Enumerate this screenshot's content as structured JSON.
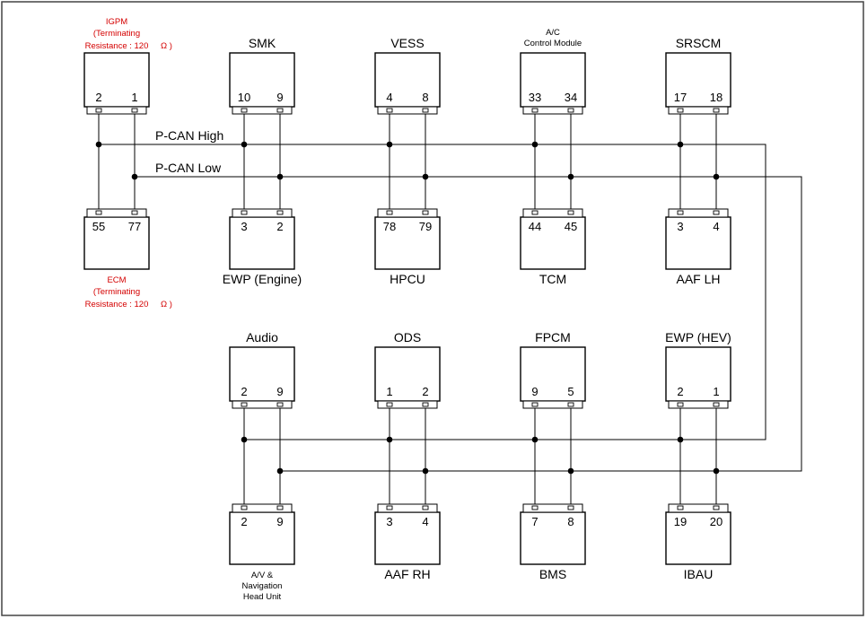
{
  "bus": {
    "high_label": "P-CAN High",
    "low_label": "P-CAN Low"
  },
  "term_note": {
    "line1": "(Terminating",
    "line2": "Resistance : 120",
    "ohm": "Ω )"
  },
  "modules": [
    {
      "id": "igpm",
      "name": [
        "IGPM"
      ],
      "pins": [
        "2",
        "1"
      ],
      "label_style": "red"
    },
    {
      "id": "smk",
      "name": [
        "SMK"
      ],
      "pins": [
        "10",
        "9"
      ]
    },
    {
      "id": "vess",
      "name": [
        "VESS"
      ],
      "pins": [
        "4",
        "8"
      ]
    },
    {
      "id": "ac-control-module",
      "name": [
        "A/C",
        "Control Module"
      ],
      "pins": [
        "33",
        "34"
      ],
      "label_style": "small"
    },
    {
      "id": "srscm",
      "name": [
        "SRSCM"
      ],
      "pins": [
        "17",
        "18"
      ]
    },
    {
      "id": "ecm",
      "name": [
        "ECM"
      ],
      "pins": [
        "55",
        "77"
      ],
      "label_style": "red"
    },
    {
      "id": "ewp-engine",
      "name": [
        "EWP (Engine)"
      ],
      "pins": [
        "3",
        "2"
      ]
    },
    {
      "id": "hpcu",
      "name": [
        "HPCU"
      ],
      "pins": [
        "78",
        "79"
      ]
    },
    {
      "id": "tcm",
      "name": [
        "TCM"
      ],
      "pins": [
        "44",
        "45"
      ]
    },
    {
      "id": "aaf-lh",
      "name": [
        "AAF LH"
      ],
      "pins": [
        "3",
        "4"
      ]
    },
    {
      "id": "audio",
      "name": [
        "Audio"
      ],
      "pins": [
        "2",
        "9"
      ]
    },
    {
      "id": "ods",
      "name": [
        "ODS"
      ],
      "pins": [
        "1",
        "2"
      ]
    },
    {
      "id": "fpcm",
      "name": [
        "FPCM"
      ],
      "pins": [
        "9",
        "5"
      ]
    },
    {
      "id": "ewp-hev",
      "name": [
        "EWP (HEV)"
      ],
      "pins": [
        "2",
        "1"
      ]
    },
    {
      "id": "av-navigation-head-unit",
      "name": [
        "A/V &",
        "Navigation",
        "Head Unit"
      ],
      "pins": [
        "2",
        "9"
      ],
      "label_style": "small"
    },
    {
      "id": "aaf-rh",
      "name": [
        "AAF RH"
      ],
      "pins": [
        "3",
        "4"
      ]
    },
    {
      "id": "bms",
      "name": [
        "BMS"
      ],
      "pins": [
        "7",
        "8"
      ]
    },
    {
      "id": "ibau",
      "name": [
        "IBAU"
      ],
      "pins": [
        "19",
        "20"
      ]
    }
  ]
}
